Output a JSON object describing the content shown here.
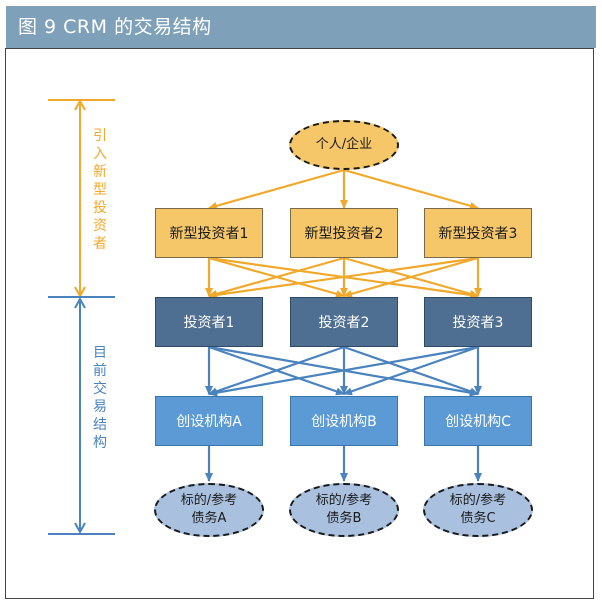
{
  "header": {
    "title": "图 9  CRM 的交易结构"
  },
  "side_labels": {
    "top": "引\n入\n新\n型\n投\n资\n者",
    "bottom": "目\n前\n交\n易\n结\n构"
  },
  "nodes": {
    "top_entity": "个人/企业",
    "new_investors": [
      "新型投资者1",
      "新型投资者2",
      "新型投资者3"
    ],
    "investors": [
      "投资者1",
      "投资者2",
      "投资者3"
    ],
    "platforms": [
      "创设机构A",
      "创设机构B",
      "创设机构C"
    ],
    "debts": [
      {
        "line1": "标的/参考",
        "line2": "债务A"
      },
      {
        "line1": "标的/参考",
        "line2": "债务B"
      },
      {
        "line1": "标的/参考",
        "line2": "债务C"
      }
    ]
  },
  "colors": {
    "header_bg": "#7ea0b8",
    "accent_orange": "#f0a92c",
    "accent_blue": "#4a83bd",
    "new_investor_fill": "#f6c768",
    "investor_fill": "#4f6f92",
    "platform_fill": "#5b9ad4",
    "debt_fill": "#a9c1df"
  }
}
